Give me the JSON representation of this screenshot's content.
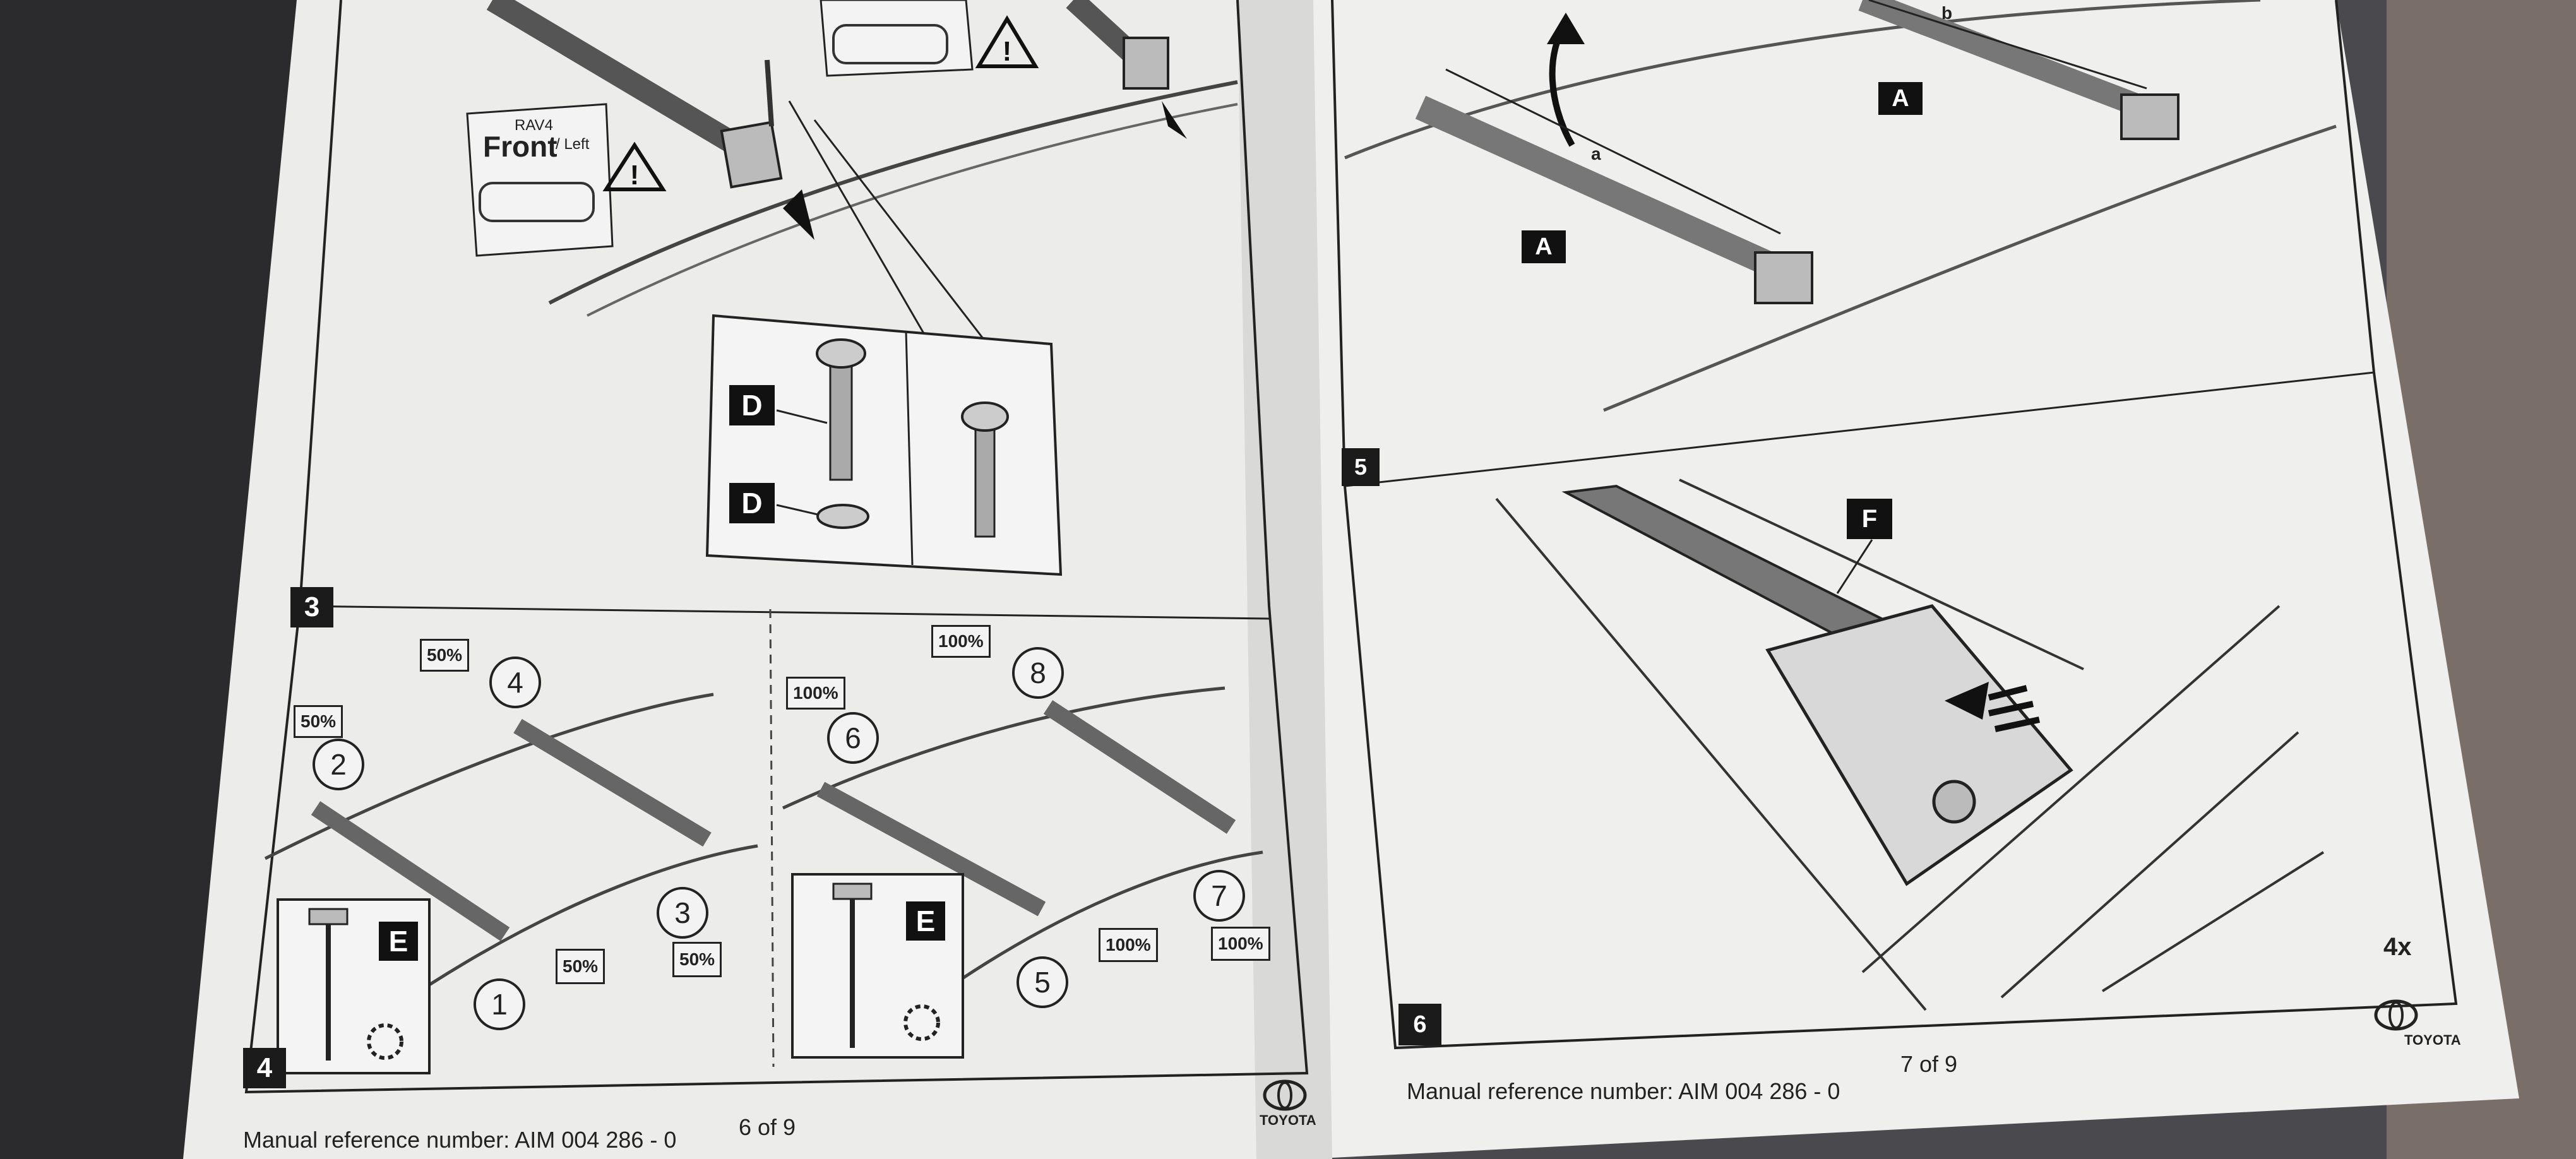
{
  "left_page": {
    "front_label": {
      "model": "RAV4",
      "title": "Front",
      "side": "/ Left"
    },
    "part_labels": {
      "d_upper": "D",
      "d_lower": "D",
      "e": "E"
    },
    "steps": {
      "s3": "3",
      "s4": "4"
    },
    "step4": {
      "first_pass": {
        "items": [
          {
            "n": "1",
            "pct": "50%"
          },
          {
            "n": "2",
            "pct": "50%"
          },
          {
            "n": "3",
            "pct": "50%"
          },
          {
            "n": "4",
            "pct": "50%"
          }
        ]
      },
      "second_pass": {
        "items": [
          {
            "n": "5",
            "pct": "100%"
          },
          {
            "n": "6",
            "pct": "100%"
          },
          {
            "n": "7",
            "pct": "100%"
          },
          {
            "n": "8",
            "pct": "100%"
          }
        ]
      }
    },
    "footer": {
      "reference": "Manual reference number: AIM 004 286 - 0",
      "page": "6 of 9",
      "brand": "TOYOTA"
    }
  },
  "right_page": {
    "part_labels": {
      "a_left": "A",
      "a_right": "A",
      "f": "F"
    },
    "dimension_labels": {
      "a": "a",
      "b": "b"
    },
    "steps": {
      "s5": "5",
      "s6": "6"
    },
    "quantity": "4x",
    "footer": {
      "reference": "Manual reference number: AIM 004 286 - 0",
      "page": "7 of 9",
      "brand": "TOYOTA"
    }
  }
}
